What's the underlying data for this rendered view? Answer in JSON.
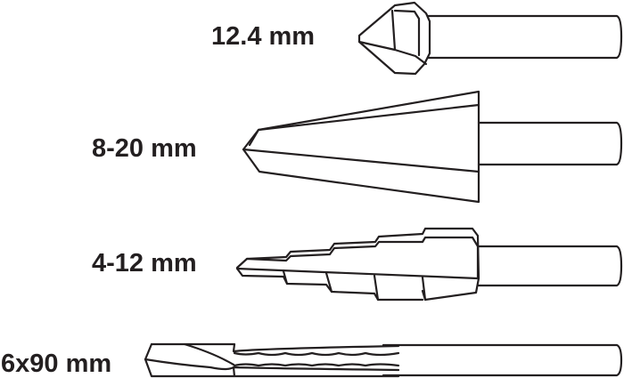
{
  "title": "Drill bit set",
  "items": [
    {
      "label": "12.4 mm",
      "type": "countersink"
    },
    {
      "label": "8-20 mm",
      "type": "cone drill"
    },
    {
      "label": "4-12 mm",
      "type": "step drill"
    },
    {
      "label": "6x90 mm",
      "type": "twist drill"
    }
  ],
  "colors": {
    "line": "#231f20",
    "background": "#ffffff"
  }
}
